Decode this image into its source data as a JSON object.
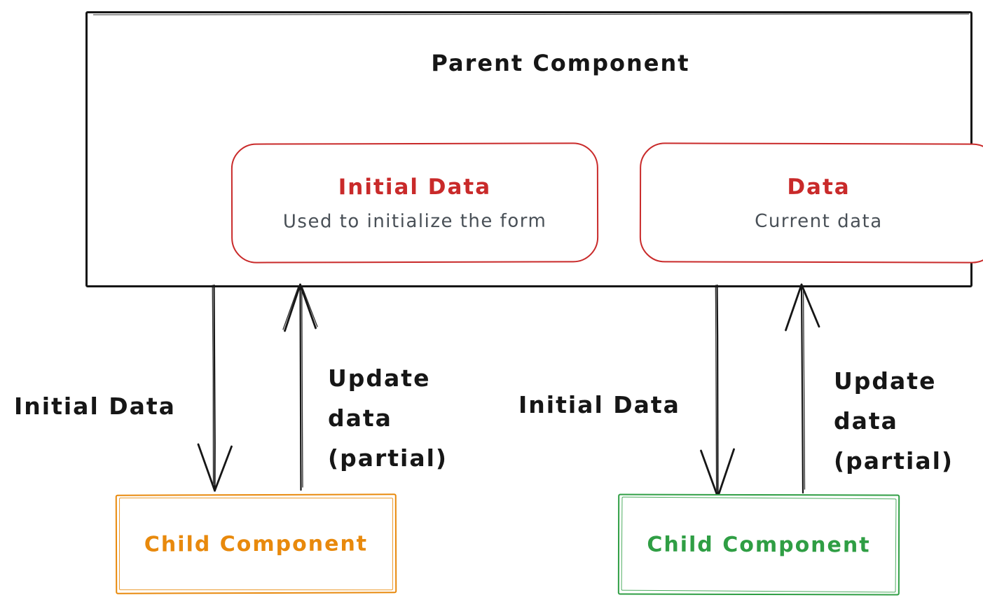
{
  "colors": {
    "ink": "#161616",
    "red": "#c92a2a",
    "muted": "#495057",
    "orange": "#e8890c",
    "green": "#2f9e44"
  },
  "parent": {
    "title": "Parent Component"
  },
  "stores": [
    {
      "title": "Initial Data",
      "subtitle": "Used to initialize the form"
    },
    {
      "title": "Data",
      "subtitle": "Current data"
    }
  ],
  "children": [
    {
      "title": "Child Component",
      "color": "#e8890c"
    },
    {
      "title": "Child Component",
      "color": "#2f9e44"
    }
  ],
  "flows": {
    "left": {
      "down_label": "Initial Data",
      "up_label_lines": [
        "Update",
        "data",
        "(partial)"
      ]
    },
    "right": {
      "down_label": "Initial Data",
      "up_label_lines": [
        "Update",
        "data",
        "(partial)"
      ]
    }
  }
}
